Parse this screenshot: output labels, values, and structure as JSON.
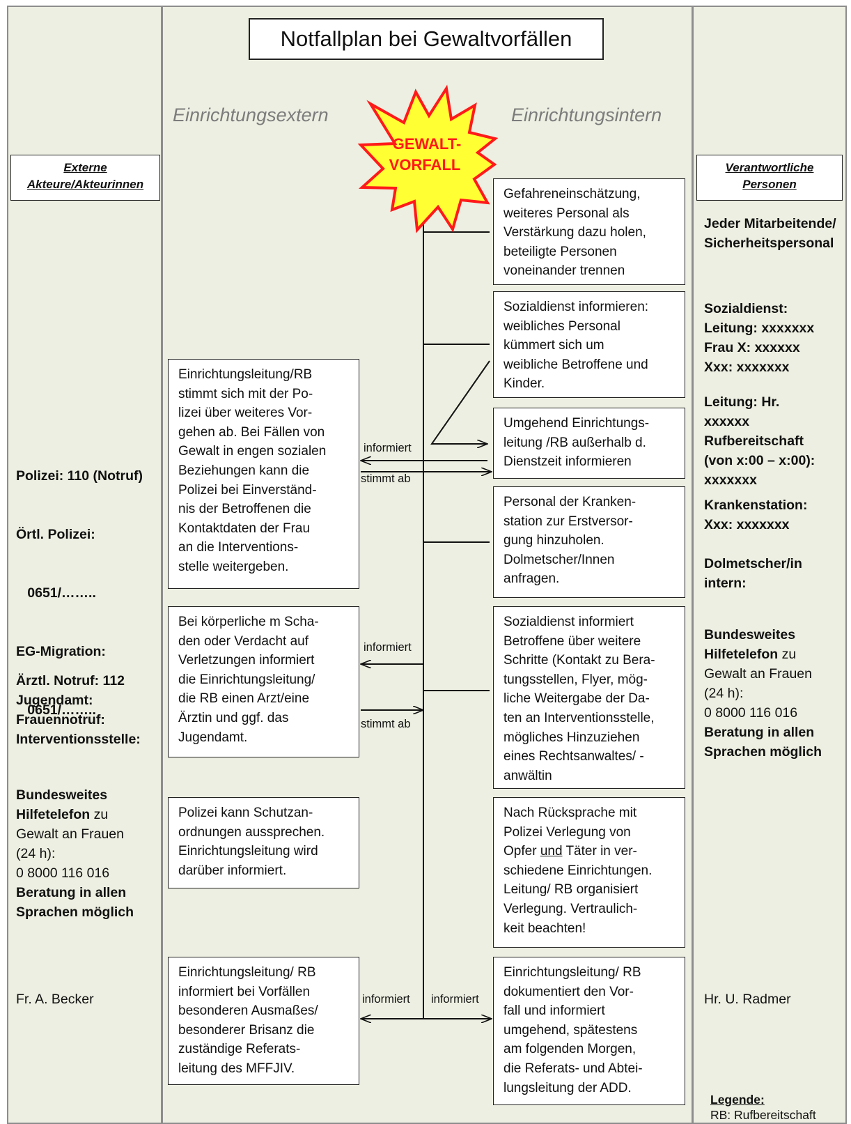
{
  "title": "Notfallplan bei Gewaltvorfällen",
  "sections": {
    "left": "Einrichtungsextern",
    "right": "Einrichtungsintern"
  },
  "burst": {
    "line1": "GEWALT-",
    "line2": "VORFALL"
  },
  "headers": {
    "left": "Externe\nAkteure/Akteurinnen",
    "right": "Verantwortliche\nPersonen"
  },
  "left_column": {
    "police": [
      "Polizei: 110 (Notruf)",
      "Örtl. Polizei:",
      "   0651/……..",
      "EG-Migration:",
      "   0651/…….."
    ],
    "emergency": [
      "Ärztl. Notruf: 112",
      "Jugendamt:",
      "Frauennotruf:",
      "Interventionsstelle:"
    ],
    "hotline": {
      "title1": "Bundesweites",
      "title2": "Hilfetelefon",
      "rest2": " zu",
      "line3": "Gewalt an Frauen",
      "line4": "(24 h):",
      "line5": "0 8000 116 016",
      "line6": "Beratung in allen",
      "line7": "Sprachen möglich"
    },
    "contact": "Fr. A. Becker"
  },
  "right_column": {
    "staff": [
      "Jeder Mitarbeitende/",
      "Sicherheitspersonal"
    ],
    "social": [
      "Sozialdienst:",
      "Leitung: xxxxxxx",
      "Frau X: xxxxxx",
      "Xxx: xxxxxxx"
    ],
    "lead": [
      "Leitung: Hr.",
      "xxxxxx",
      "Rufbereitschaft",
      "(von x:00 – x:00):",
      "xxxxxxx"
    ],
    "clinic": [
      "Krankenstation:",
      "Xxx: xxxxxxx"
    ],
    "interpreter": [
      "Dolmetscher/in",
      "intern:"
    ],
    "hotline": {
      "title1": "Bundesweites",
      "title2": "Hilfetelefon",
      "rest2": " zu",
      "line3": "Gewalt an Frauen",
      "line4": "(24 h):",
      "line5": "0 8000 116 016",
      "line6": "Beratung in allen",
      "line7": "Sprachen möglich"
    },
    "contact": "Hr. U. Radmer",
    "legend_title": "Legende:",
    "legend_text": "RB: Rufbereitschaft"
  },
  "right_boxes": [
    "Gefahreneinschätzung,\nweiteres Personal als\nVerstärkung dazu holen,\nbeteiligte Personen\nvoneinander trennen",
    "Sozialdienst informieren:\nweibliches Personal\nkümmert sich um\nweibliche  Betroffene und\nKinder.",
    "Umgehend Einrichtungs-\nleitung /RB außerhalb d.\nDienstzeit informieren",
    "Personal der Kranken-\nstation zur Erstversor-\ngung hinzuholen.\nDolmetscher/Innen\nanfragen.",
    "Sozialdienst informiert\nBetroffene über weitere\nSchritte (Kontakt zu Bera-\ntungsstellen, Flyer, mög-\nliche Weitergabe der Da-\nten an Interventionsstelle,\nmögliches Hinzuziehen\neines Rechtsanwaltes/ -\nanwältin",
    "Einrichtungsleitung/ RB\ndokumentiert den Vor-\nfall und informiert\numgehend, spätestens\nam folgenden Morgen,\ndie Referats- und Abtei-\nlungsleitung der ADD."
  ],
  "box_relocation": {
    "before": "Nach Rücksprache mit\nPolizei Verlegung von\nOpfer ",
    "underlined": "und",
    "after": " Täter in ver-\nschiedene Einrichtungen.\nLeitung/ RB organisiert\nVerlegung. Vertraulich-\nkeit beachten!"
  },
  "left_boxes": [
    "Einrichtungsleitung/RB\nstimmt sich mit der Po-\nlizei über weiteres Vor-\ngehen ab. Bei Fällen von\nGewalt in engen sozialen\nBeziehungen kann die\nPolizei  bei Einverständ-\nnis der Betroffenen die\nKontaktdaten der Frau\nan  die Interventions-\nstelle weitergeben.",
    "Bei körperliche m Scha-\nden oder Verdacht auf\nVerletzungen   informiert\ndie Einrichtungsleitung/\ndie RB einen Arzt/eine\nÄrztin und ggf. das\nJugendamt.",
    "Polizei kann Schutzan-\nordnungen aussprechen.\nEinrichtungsleitung wird\ndarüber informiert.",
    "Einrichtungsleitung/ RB\ninformiert bei Vorfällen\nbesonderen Ausmaßes/\nbesonderer Brisanz die\nzuständige Referats-\nleitung des MFFJIV."
  ],
  "arrow_labels": {
    "informiert_1": "informiert",
    "stimmt_ab_1": "stimmt ab",
    "informiert_2": "informiert",
    "stimmt_ab_2": "stimmt ab",
    "informiert_3": "informiert",
    "informiert_4": "informiert"
  },
  "colors": {
    "panel": "#ecefe1",
    "burst_fill": "#ffff33",
    "burst_stroke": "#ff1a1a",
    "burst_text": "#ff1a1a"
  }
}
